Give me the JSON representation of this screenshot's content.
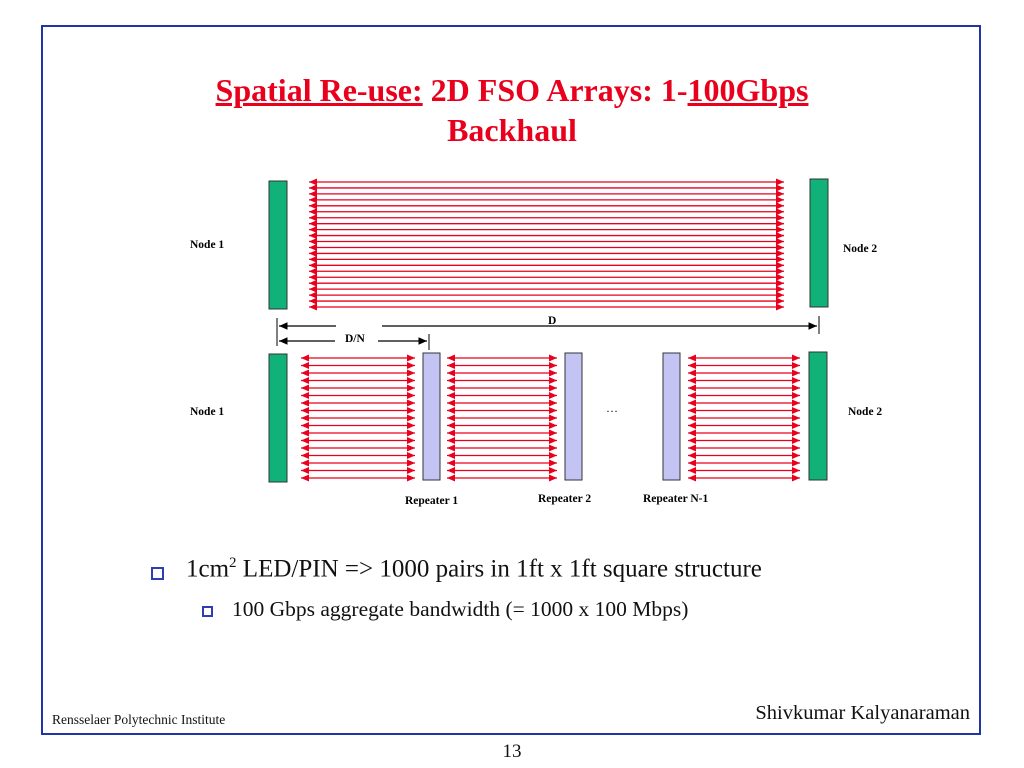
{
  "title": {
    "part1": "Spatial Re-use:",
    "part2": " 2D FSO Arrays: 1-",
    "part3": "100Gbps",
    "line2": "Backhaul"
  },
  "diagram": {
    "top_left_label": "Node 1",
    "top_right_label": "Node 2",
    "distance_label": "D",
    "segment_label": "D/N",
    "bottom_left_label": "Node 1",
    "bottom_right_label": "Node 2",
    "ellipsis": "…",
    "repeater1": "Repeater 1",
    "repeater2": "Repeater 2",
    "repeaterN1": "Repeater N-1",
    "colors": {
      "node": "#10b27a",
      "repeater": "#c4c4f4",
      "beam": "#e8001c"
    }
  },
  "bullets": {
    "b1_pre": "1cm",
    "b1_sup": "2",
    "b1_post": " LED/PIN => 1000 pairs in 1ft x 1ft square structure",
    "b2": "100 Gbps aggregate bandwidth (= 1000 x 100 Mbps)"
  },
  "footer": {
    "left": "Rensselaer Polytechnic Institute",
    "right": "Shivkumar Kalyanaraman",
    "page": "13"
  }
}
